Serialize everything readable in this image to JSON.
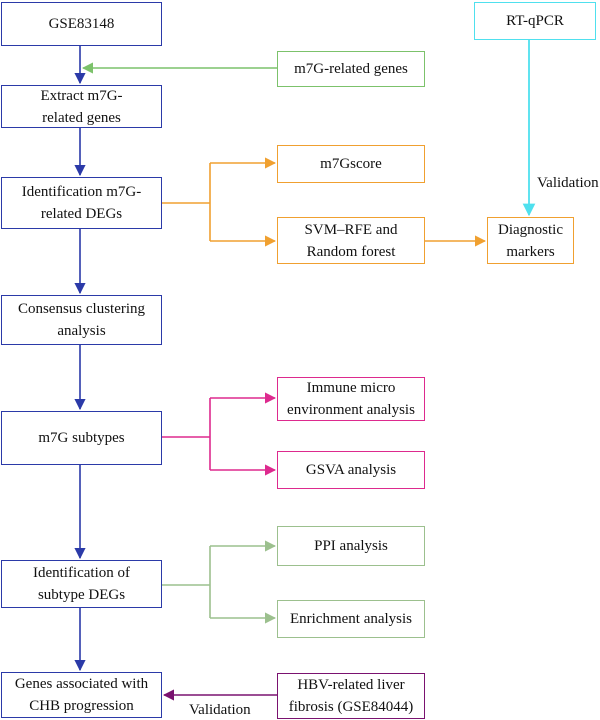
{
  "main_flow": {
    "gse83148": "GSE83148",
    "extract_line1": "Extract m7G-",
    "extract_line2": "related genes",
    "identification_line1": "Identification m7G-",
    "identification_line2": "related DEGs",
    "consensus_line1": "Consensus clustering",
    "consensus_line2": "analysis",
    "subtypes": "m7G subtypes",
    "subtype_degs_line1": "Identification of",
    "subtype_degs_line2": "subtype DEGs",
    "chb_line1": "Genes associated with",
    "chb_line2": "CHB progression"
  },
  "inputs": {
    "m7g_related_genes": "m7G-related genes",
    "rt_qpcr": "RT-qPCR",
    "hbv_line1": "HBV-related liver",
    "hbv_line2": "fibrosis (GSE84044)"
  },
  "deg_branch": {
    "m7gscore": "m7Gscore",
    "svm_line1": "SVM–RFE and",
    "svm_line2": "Random forest",
    "diagnostic_line1": "Diagnostic",
    "diagnostic_line2": "markers"
  },
  "subtype_branch": {
    "immune_line1": "Immune micro",
    "immune_line2": "environment analysis",
    "gsva": "GSVA analysis"
  },
  "subtype_deg_branch": {
    "ppi": "PPI analysis",
    "enrichment": "Enrichment analysis"
  },
  "edge_labels": {
    "validation_top": "Validation",
    "validation_bottom": "Validation"
  },
  "colors": {
    "main": "#2b3aa8",
    "genes_input": "#7cc26b",
    "deg_branch": "#f0a030",
    "rt_qpcr": "#4fe0ee",
    "subtype_branch": "#dd2a8e",
    "subtype_deg_branch": "#9cc08e",
    "hbv_validation": "#7a1270"
  }
}
